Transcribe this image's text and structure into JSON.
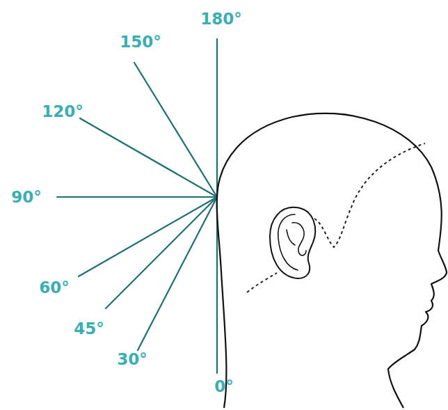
{
  "diagram": {
    "labels": [
      "180°",
      "150°",
      "120°",
      "90°",
      "60°",
      "45°",
      "30°",
      "0°"
    ]
  }
}
